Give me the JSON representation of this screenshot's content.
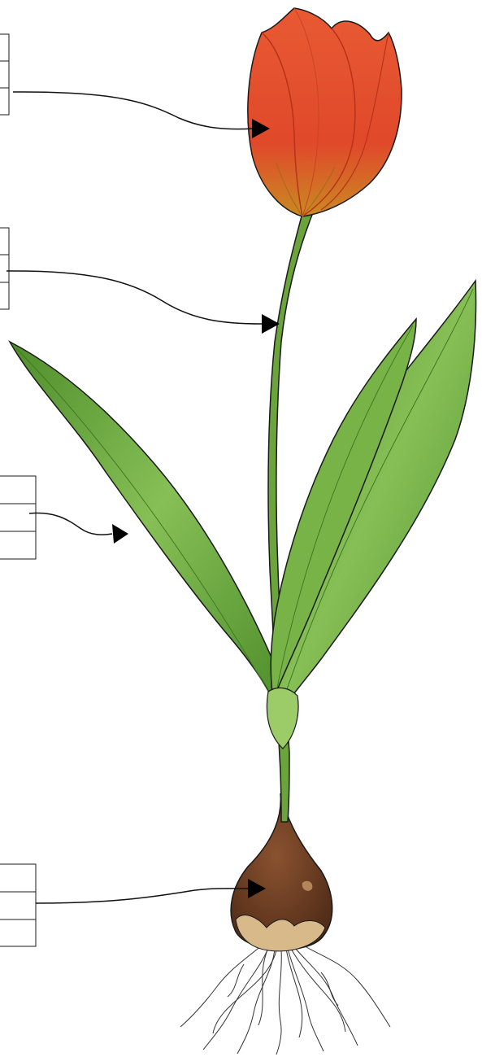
{
  "diagram": {
    "subject": "tulip plant",
    "label_boxes": [
      {
        "part": "flower",
        "rows": 3,
        "text": [
          "",
          "",
          ""
        ]
      },
      {
        "part": "stem",
        "rows": 3,
        "text": [
          "",
          "",
          ""
        ]
      },
      {
        "part": "leaf",
        "rows": 3,
        "text": [
          "",
          "",
          ""
        ]
      },
      {
        "part": "bulb",
        "rows": 3,
        "text": [
          "",
          "",
          ""
        ]
      }
    ]
  },
  "colors": {
    "petal": "#e0492a",
    "petal_shadow": "#b8321c",
    "petal_base": "#c97a1e",
    "stem": "#6aa43a",
    "leaf": "#78b347",
    "leaf_dark": "#3f7a26",
    "bulb": "#6b3d22",
    "bulb_skin": "#d8b98a",
    "root": "#333333",
    "outline": "#1a1a1a"
  }
}
